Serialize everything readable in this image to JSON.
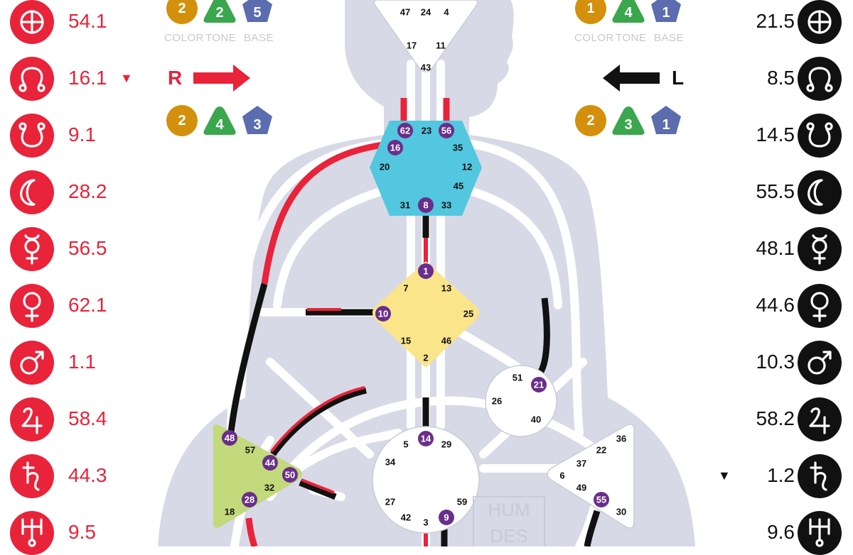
{
  "colors": {
    "design_red": "#e8233a",
    "personality_black": "#111111",
    "body_silhouette": "#d7d9e6",
    "head_center": "#ffffff",
    "throat_center": "#52c7df",
    "g_center": "#fbe58b",
    "sacral_center": "#ffffff",
    "spleen_center": "#c2d97c",
    "active_gate": "#6a2e8a",
    "color_badge": "#d4900c",
    "tone_badge": "#3aa64d",
    "base_badge": "#5b6dae"
  },
  "design_column": [
    {
      "planet": "sun",
      "icon": "sun-icon",
      "value": "54.1",
      "marker": ""
    },
    {
      "planet": "north-node",
      "icon": "north-node-icon",
      "value": "16.1",
      "marker": "▼"
    },
    {
      "planet": "south-node",
      "icon": "south-node-icon",
      "value": "9.1",
      "marker": ""
    },
    {
      "planet": "moon",
      "icon": "moon-icon",
      "value": "28.2",
      "marker": ""
    },
    {
      "planet": "mercury",
      "icon": "mercury-icon",
      "value": "56.5",
      "marker": ""
    },
    {
      "planet": "venus",
      "icon": "venus-icon",
      "value": "62.1",
      "marker": ""
    },
    {
      "planet": "mars",
      "icon": "mars-icon",
      "value": "1.1",
      "marker": ""
    },
    {
      "planet": "jupiter",
      "icon": "jupiter-icon",
      "value": "58.4",
      "marker": ""
    },
    {
      "planet": "saturn",
      "icon": "saturn-icon",
      "value": "44.3",
      "marker": ""
    },
    {
      "planet": "uranus",
      "icon": "uranus-icon",
      "value": "9.5",
      "marker": ""
    }
  ],
  "personality_column": [
    {
      "planet": "sun",
      "icon": "sun-icon",
      "value": "21.5",
      "marker": ""
    },
    {
      "planet": "north-node",
      "icon": "north-node-icon",
      "value": "8.5",
      "marker": ""
    },
    {
      "planet": "south-node",
      "icon": "south-node-icon",
      "value": "14.5",
      "marker": ""
    },
    {
      "planet": "moon",
      "icon": "moon-icon",
      "value": "55.5",
      "marker": ""
    },
    {
      "planet": "mercury",
      "icon": "mercury-icon",
      "value": "48.1",
      "marker": ""
    },
    {
      "planet": "venus",
      "icon": "venus-icon",
      "value": "44.6",
      "marker": ""
    },
    {
      "planet": "mars",
      "icon": "mars-icon",
      "value": "10.3",
      "marker": ""
    },
    {
      "planet": "jupiter",
      "icon": "jupiter-icon",
      "value": "58.2",
      "marker": ""
    },
    {
      "planet": "saturn",
      "icon": "saturn-icon",
      "value": "1.2",
      "marker": "▼"
    },
    {
      "planet": "uranus",
      "icon": "uranus-icon",
      "value": "9.6",
      "marker": ""
    }
  ],
  "variables": {
    "captions": [
      "COLOR",
      "TONE",
      "BASE"
    ],
    "left_top": [
      "2",
      "2",
      "5"
    ],
    "left_bottom": [
      "2",
      "4",
      "3"
    ],
    "right_top": [
      "1",
      "4",
      "1"
    ],
    "right_bottom": [
      "2",
      "3",
      "1"
    ],
    "left_arrow_letter": "R",
    "right_arrow_letter": "L"
  },
  "centers": {
    "head": {
      "gates": [
        "47",
        "24",
        "4",
        "17",
        "11",
        "43"
      ],
      "active": []
    },
    "throat": {
      "gates": [
        "62",
        "23",
        "56",
        "16",
        "35",
        "20",
        "12",
        "45",
        "31",
        "8",
        "33"
      ],
      "active": [
        "62",
        "56",
        "16",
        "8"
      ]
    },
    "g": {
      "gates": [
        "1",
        "7",
        "13",
        "10",
        "25",
        "15",
        "46",
        "2"
      ],
      "active": [
        "1",
        "10"
      ]
    },
    "ego": {
      "gates": [
        "51",
        "21",
        "26",
        "40"
      ],
      "active": [
        "21"
      ]
    },
    "sacral": {
      "gates": [
        "14",
        "5",
        "29",
        "34",
        "27",
        "59",
        "42",
        "3",
        "9"
      ],
      "active": [
        "14",
        "9"
      ]
    },
    "spleen": {
      "gates": [
        "48",
        "57",
        "44",
        "50",
        "32",
        "28",
        "18"
      ],
      "active": [
        "48",
        "44",
        "50",
        "28"
      ]
    },
    "solar_plexus": {
      "gates": [
        "36",
        "22",
        "37",
        "6",
        "49",
        "55",
        "30"
      ],
      "active": [
        "55"
      ]
    }
  },
  "watermark": [
    "HUM",
    "DES"
  ]
}
